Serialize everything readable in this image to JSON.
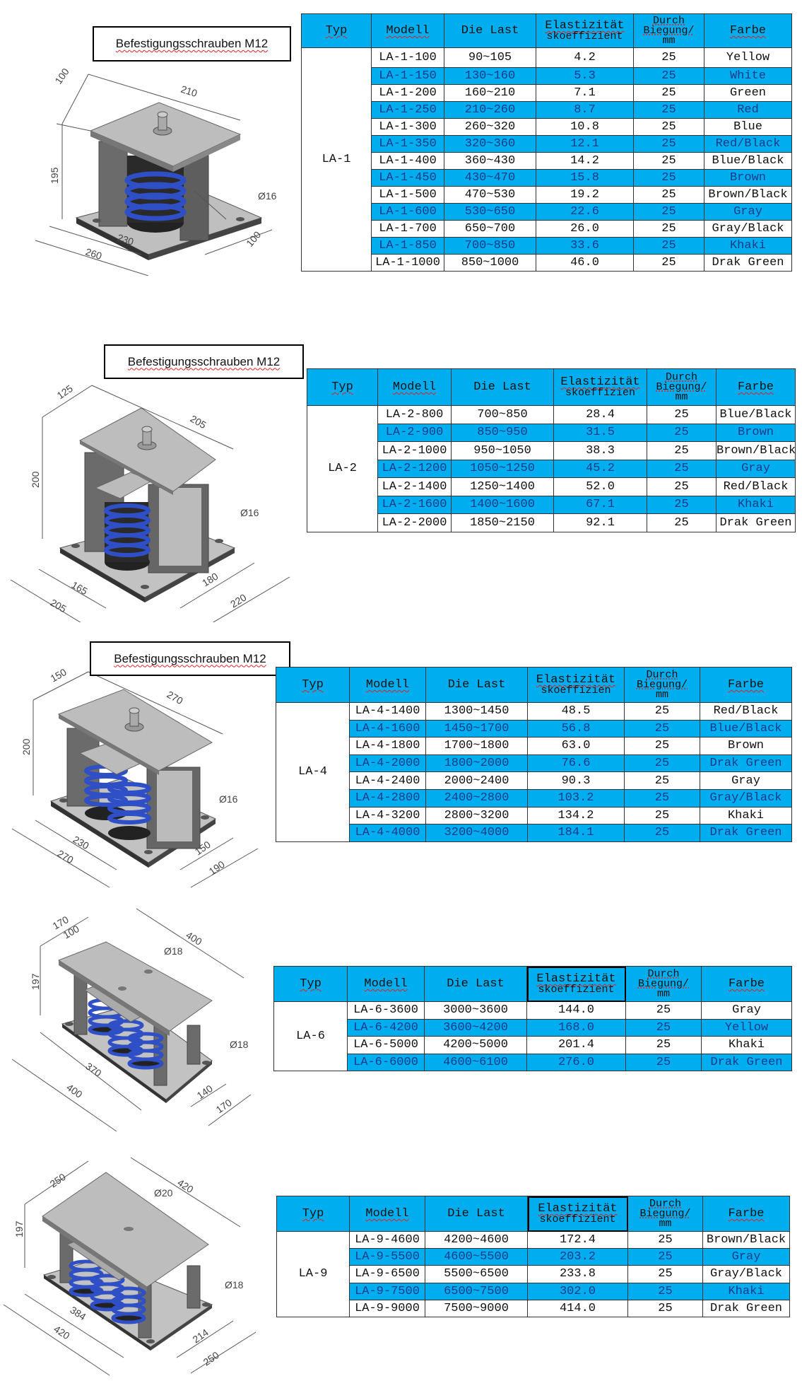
{
  "colors": {
    "header_blue": "#00AEEF",
    "spring_blue": "#2f4fc6"
  },
  "headers": {
    "typ": "Typ",
    "modell": "Modell",
    "die_last": "Die Last",
    "elast_1": "Elastizität",
    "elast_2": "skoeffizient",
    "elast_2_short": "skoeffizien",
    "durch_1": "Durch",
    "durch_2": "Biegung/",
    "durch_3": "mm",
    "farbe": "Farbe"
  },
  "sections": [
    {
      "label": "Befestigungsschrauben M12",
      "dims": {
        "top_depth": "100",
        "top_width": "210",
        "height": "195",
        "hole": "Ø16",
        "base_inner": "230",
        "base_outer": "260",
        "base_depth": "100"
      },
      "table": {
        "type": "LA-1",
        "rows": [
          [
            "LA-1-100",
            "90~105",
            "4.2",
            "25",
            "Yellow"
          ],
          [
            "LA-1-150",
            "130~160",
            "5.3",
            "25",
            "White"
          ],
          [
            "LA-1-200",
            "160~210",
            "7.1",
            "25",
            "Green"
          ],
          [
            "LA-1-250",
            "210~260",
            "8.7",
            "25",
            "Red"
          ],
          [
            "LA-1-300",
            "260~320",
            "10.8",
            "25",
            "Blue"
          ],
          [
            "LA-1-350",
            "320~360",
            "12.1",
            "25",
            "Red/Black"
          ],
          [
            "LA-1-400",
            "360~430",
            "14.2",
            "25",
            "Blue/Black"
          ],
          [
            "LA-1-450",
            "430~470",
            "15.8",
            "25",
            "Brown"
          ],
          [
            "LA-1-500",
            "470~530",
            "19.2",
            "25",
            "Brown/Black"
          ],
          [
            "LA-1-600",
            "530~650",
            "22.6",
            "25",
            "Gray"
          ],
          [
            "LA-1-700",
            "650~700",
            "26.0",
            "25",
            "Gray/Black"
          ],
          [
            "LA-1-850",
            "700~850",
            "33.6",
            "25",
            "Khaki"
          ],
          [
            "LA-1-1000",
            "850~1000",
            "46.0",
            "25",
            "Drak Green"
          ]
        ]
      }
    },
    {
      "label": "Befestigungsschrauben M12",
      "dims": {
        "top_depth": "125",
        "top_width": "205",
        "height": "200",
        "hole": "Ø16",
        "base_inner": "165",
        "base_outer": "205",
        "side_inner": "180",
        "side_outer": "220"
      },
      "table": {
        "type": "LA-2",
        "rows": [
          [
            "LA-2-800",
            "700~850",
            "28.4",
            "25",
            "Blue/Black"
          ],
          [
            "LA-2-900",
            "850~950",
            "31.5",
            "25",
            "Brown"
          ],
          [
            "LA-2-1000",
            "950~1050",
            "38.3",
            "25",
            "Brown/Black"
          ],
          [
            "LA-2-1200",
            "1050~1250",
            "45.2",
            "25",
            "Gray"
          ],
          [
            "LA-2-1400",
            "1250~1400",
            "52.0",
            "25",
            "Red/Black"
          ],
          [
            "LA-2-1600",
            "1400~1600",
            "67.1",
            "25",
            "Khaki"
          ],
          [
            "LA-2-2000",
            "1850~2150",
            "92.1",
            "25",
            "Drak Green"
          ]
        ]
      }
    },
    {
      "label": "Befestigungsschrauben M12",
      "dims": {
        "top_depth": "150",
        "top_width": "270",
        "height": "200",
        "hole": "Ø16",
        "base_inner": "230",
        "base_outer": "270",
        "side_inner": "150",
        "side_outer": "190"
      },
      "table": {
        "type": "LA-4",
        "rows": [
          [
            "LA-4-1400",
            "1300~1450",
            "48.5",
            "25",
            "Red/Black"
          ],
          [
            "LA-4-1600",
            "1450~1700",
            "56.8",
            "25",
            "Blue/Black"
          ],
          [
            "LA-4-1800",
            "1700~1800",
            "63.0",
            "25",
            "Brown"
          ],
          [
            "LA-4-2000",
            "1800~2000",
            "76.6",
            "25",
            "Drak Green"
          ],
          [
            "LA-4-2400",
            "2000~2400",
            "90.3",
            "25",
            "Gray"
          ],
          [
            "LA-4-2800",
            "2400~2800",
            "103.2",
            "25",
            "Gray/Black"
          ],
          [
            "LA-4-3200",
            "2800~3200",
            "134.2",
            "25",
            "Khaki"
          ],
          [
            "LA-4-4000",
            "3200~4000",
            "184.1",
            "25",
            "Drak Green"
          ]
        ]
      }
    },
    {
      "dims": {
        "top_depth": "170",
        "top_inner": "100",
        "top_width": "400",
        "height": "197",
        "top_hole": "Ø18",
        "hole": "Ø18",
        "base_inner": "370",
        "base_outer": "400",
        "side_inner": "140",
        "side_outer": "170"
      },
      "table": {
        "type": "LA-6",
        "rows": [
          [
            "LA-6-3600",
            "3000~3600",
            "144.0",
            "25",
            "Gray"
          ],
          [
            "LA-6-4200",
            "3600~4200",
            "168.0",
            "25",
            "Yellow"
          ],
          [
            "LA-6-5000",
            "4200~5000",
            "201.4",
            "25",
            "Khaki"
          ],
          [
            "LA-6-6000",
            "4600~6100",
            "276.0",
            "25",
            "Drak Green"
          ]
        ]
      }
    },
    {
      "dims": {
        "top_depth": "250",
        "top_width": "420",
        "height": "197",
        "top_hole": "Ø20",
        "hole": "Ø18",
        "base_inner": "384",
        "base_outer": "420",
        "side_inner": "214",
        "side_outer": "250"
      },
      "table": {
        "type": "LA-9",
        "rows": [
          [
            "LA-9-4600",
            "4200~4600",
            "172.4",
            "25",
            "Brown/Black"
          ],
          [
            "LA-9-5500",
            "4600~5500",
            "203.2",
            "25",
            "Gray"
          ],
          [
            "LA-9-6500",
            "5500~6500",
            "233.8",
            "25",
            "Gray/Black"
          ],
          [
            "LA-9-7500",
            "6500~7500",
            "302.0",
            "25",
            "Khaki"
          ],
          [
            "LA-9-9000",
            "7500~9000",
            "414.0",
            "25",
            "Drak Green"
          ]
        ]
      }
    }
  ]
}
